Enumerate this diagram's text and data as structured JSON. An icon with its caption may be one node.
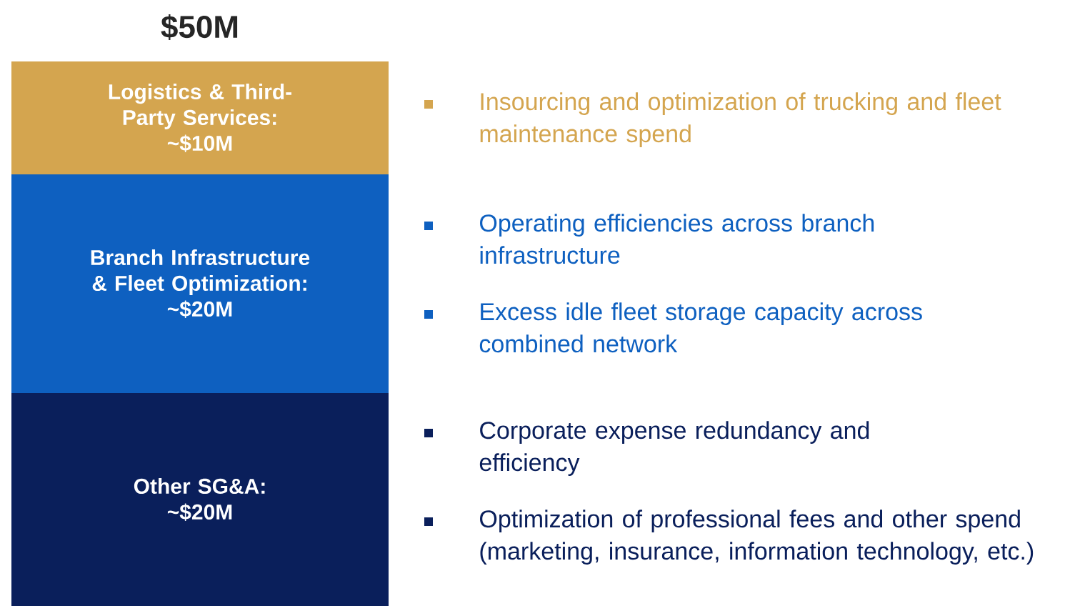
{
  "diagram": {
    "title": "$50M",
    "nodes": [
      {
        "text": [
          "Logistics & Third-Party Services:",
          "~$10M"
        ],
        "beside": [
          "Insourcing and optimization of trucking and fleet maintenance spend"
        ]
      },
      {
        "text": [
          "Branch Infrastructure & Fleet Optimization:",
          "~$20M"
        ],
        "beside": [
          "Operating efficiencies across branch infrastructure",
          "Excess idle fleet storage capacity across combined network"
        ]
      },
      {
        "text": [
          "Other SG&A:",
          "~$20M"
        ],
        "beside": [
          "Corporate expense redundancy and efficiency",
          "Optimization of professional fees and other spend (marketing, insurance, information technology, etc.)"
        ]
      }
    ]
  }
}
